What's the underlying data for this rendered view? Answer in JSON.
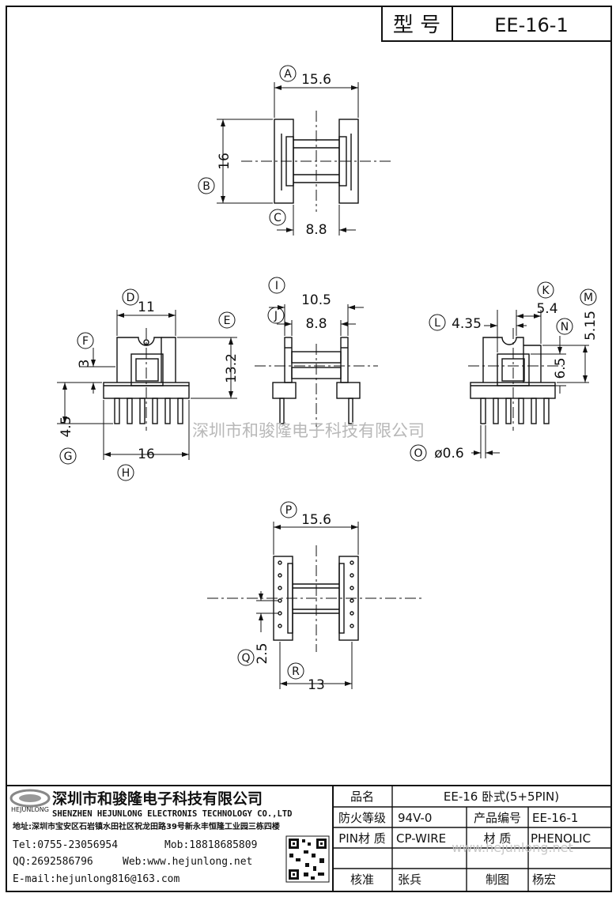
{
  "header": {
    "type_label": "型 号",
    "model": "EE-16-1"
  },
  "watermark": "深圳市和骏隆电子科技有限公司",
  "watermark_url": "www.hejunlong.net",
  "views": {
    "top": {
      "dims": {
        "width": "15.6",
        "height": "16",
        "inner": "8.8"
      },
      "labels": [
        "A",
        "B",
        "C"
      ]
    },
    "front": {
      "dims": {
        "top_width": "11",
        "height": "13.2",
        "step": "3",
        "pin_len": "4.5",
        "base_width": "16"
      },
      "labels": [
        "D",
        "E",
        "F",
        "G",
        "H"
      ]
    },
    "side": {
      "dims": {
        "outer": "10.5",
        "inner": "8.8"
      },
      "labels": [
        "I",
        "J"
      ]
    },
    "right": {
      "dims": {
        "a": "4.35",
        "b": "5.4",
        "c": "5.15",
        "d": "6.5",
        "pin_dia": "ø0.6"
      },
      "labels": [
        "K",
        "L",
        "M",
        "N",
        "O"
      ]
    },
    "bottom": {
      "dims": {
        "width": "15.6",
        "pitch": "2.5",
        "pin_span": "13"
      },
      "labels": [
        "P",
        "Q",
        "R"
      ]
    }
  },
  "company": {
    "logo_text": "HEJUNLONG",
    "name_cn": "深圳市和骏隆电子科技有限公司",
    "name_en": "SHENZHEN HEJUNLONG ELECTRONIS TECHNOLOGY CO.,LTD",
    "address": "地址:深圳市宝安区石岩镇水田社区祝龙田路39号新永丰恒隆工业园三栋四楼",
    "tel": "Tel:0755-23056954",
    "mob": "Mob:18818685809",
    "qq": "QQ:2692586796",
    "web": "Web:www.hejunlong.net",
    "email": "E-mail:hejunlong816@163.com"
  },
  "spec_table": {
    "name_label": "品名",
    "name_value": "EE-16 卧式(5+5PIN)",
    "fire_label": "防火等级",
    "fire_value": "94V-0",
    "code_label": "产品编号",
    "code_value": "EE-16-1",
    "pin_label": "PIN材 质",
    "pin_value": "CP-WIRE",
    "mat_label": "材 质",
    "mat_value": "PHENOLIC",
    "check_label": "核准",
    "check_value": "张兵",
    "draw_label": "制图",
    "draw_value": "杨宏"
  }
}
